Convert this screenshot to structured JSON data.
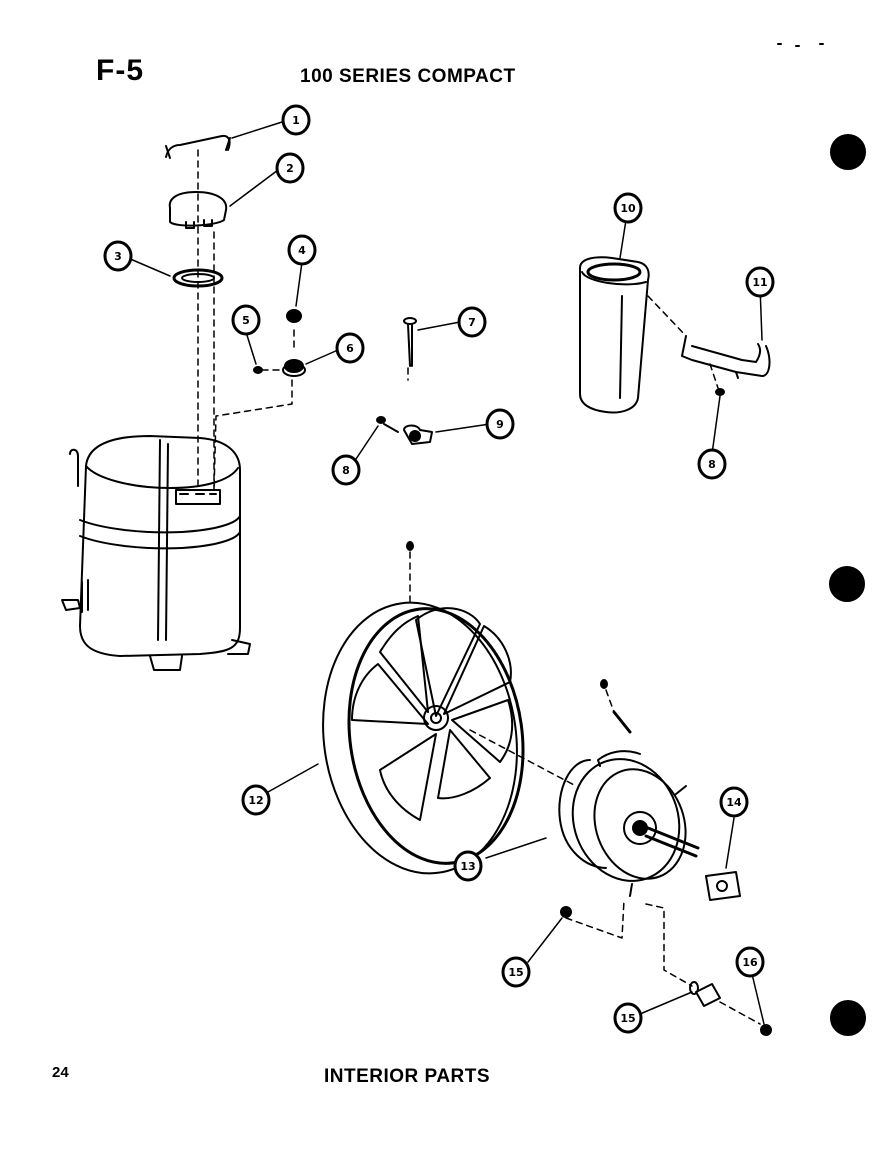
{
  "header": {
    "page_code": "F-5",
    "series_title": "100 SERIES COMPACT"
  },
  "footer": {
    "page_number": "24",
    "section_title": "INTERIOR PARTS"
  },
  "callouts": [
    "1",
    "2",
    "3",
    "4",
    "5",
    "6",
    "7",
    "8",
    "9",
    "10",
    "11",
    "8",
    "12",
    "13",
    "14",
    "15",
    "16",
    "15"
  ],
  "colors": {
    "ink": "#000000",
    "paper": "#ffffff"
  }
}
